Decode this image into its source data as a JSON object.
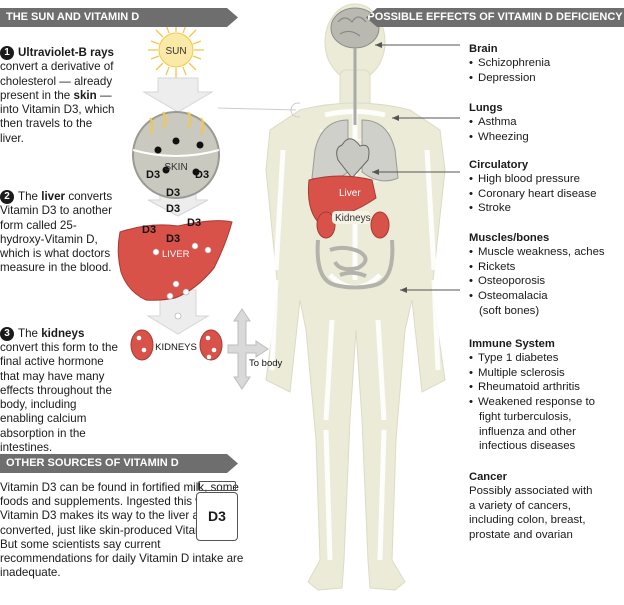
{
  "header_left": "THE SUN AND VITAMIN D",
  "header_right": "POSSIBLE EFFECTS OF VITAMIN D DEFICIENCY",
  "labels": {
    "sun": "SUN",
    "skin": "SKIN",
    "d3": "D3",
    "liver": "LIVER",
    "kidneys": "KIDNEYS",
    "to_body": "To body",
    "body_liver": "Liver",
    "body_kidneys": "Kidneys",
    "bottle": "D3"
  },
  "steps": [
    {
      "num": "1",
      "bold": "Ultraviolet-B rays",
      "text": "convert a derivative of cholesterol — already present in the",
      "bold2": "skin",
      "text2": "— into Vitamin D3, which then travels to the liver."
    },
    {
      "num": "2",
      "pre": "The",
      "bold": "liver",
      "text": "converts Vitamin D3 to another form called 25-hydroxy-Vitamin D, which is what doctors measure in the blood."
    },
    {
      "num": "3",
      "pre": "The",
      "bold": "kidneys",
      "text": "convert this form to the final active hormone that may have many effects throughout the body, including enabling calcium absorption in the intestines."
    }
  ],
  "other_sources": {
    "title": "OTHER SOURCES OF VITAMIN D",
    "body": "Vitamin D3 can be found in fortified milk, some foods and supplements. Ingested this way, the Vitamin D3 makes its way to the liver and is converted, just like skin-produced Vitamin D3. But some scientists say current recommendations for daily Vitamin D intake are inadequate."
  },
  "effects": [
    {
      "title": "Brain",
      "items": [
        "Schizophrenia",
        "Depression"
      ]
    },
    {
      "title": "Lungs",
      "items": [
        "Asthma",
        "Wheezing"
      ]
    },
    {
      "title": "Circulatory",
      "items": [
        "High blood pressure",
        "Coronary heart disease",
        "Stroke"
      ]
    },
    {
      "title": "Muscles/bones",
      "items": [
        "Muscle weakness, aches",
        "Rickets",
        "Osteoporosis",
        "Osteomalacia",
        "(soft bones)"
      ]
    },
    {
      "title": "Immune System",
      "items": [
        "Type 1 diabetes",
        "Multiple sclerosis",
        "Rheumatoid arthritis",
        "Weakened response to",
        "fight turberculosis,",
        "influenza and other",
        "infectious diseases"
      ]
    },
    {
      "title": "Cancer",
      "items": [
        "Possibly associated with",
        "a variety of cancers,",
        "including colon, breast,",
        "prostate and ovarian"
      ]
    }
  ],
  "colors": {
    "banner": "#6e6e6e",
    "organ_red": "#d8524a",
    "body": "#eeeedd",
    "arrow": "#ededed"
  }
}
